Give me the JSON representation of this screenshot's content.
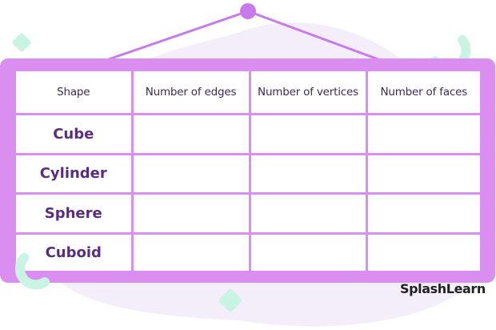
{
  "table": {
    "headers": [
      "Shape",
      "Number of edges",
      "Number of vertices",
      "Number of faces"
    ],
    "rows": [
      {
        "shape": "Cube",
        "edges": "",
        "vertices": "",
        "faces": ""
      },
      {
        "shape": "Cylinder",
        "edges": "",
        "vertices": "",
        "faces": ""
      },
      {
        "shape": "Sphere",
        "edges": "",
        "vertices": "",
        "faces": ""
      },
      {
        "shape": "Cuboid",
        "edges": "",
        "vertices": "",
        "faces": ""
      }
    ]
  },
  "brand": {
    "logo_text": "SplashLearn"
  },
  "colors": {
    "board": "#d98ef0",
    "hanger": "#c77ae8",
    "mint_accent": "#c9f4e4",
    "blob": "#f4eefb",
    "shape_text": "#5a2d7e"
  }
}
